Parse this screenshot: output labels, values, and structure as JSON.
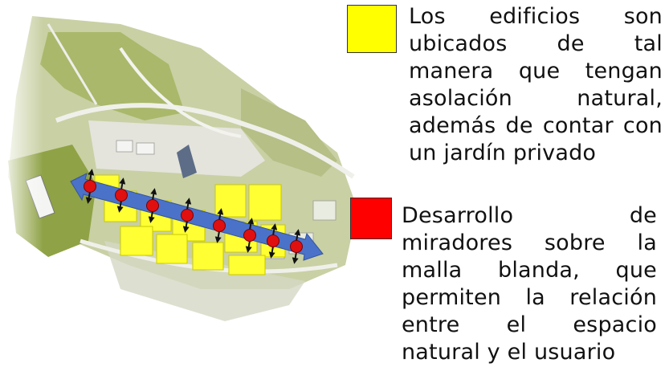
{
  "legend": [
    {
      "color": "#ffff00",
      "text": "Los edificios son ubicados de tal manera que tengan asolación natural, además de contar con un jardín privado"
    },
    {
      "color": "#ff0000",
      "text": "Desarrollo de miradores sobre la malla blanda, que permiten la relación entre el espacio natural y el usuario"
    }
  ],
  "map": {
    "building_color": "#ffff33",
    "axis_color": "#4a72c8",
    "viewpoint_color": "#e01010",
    "viewpoint_count": 8
  }
}
